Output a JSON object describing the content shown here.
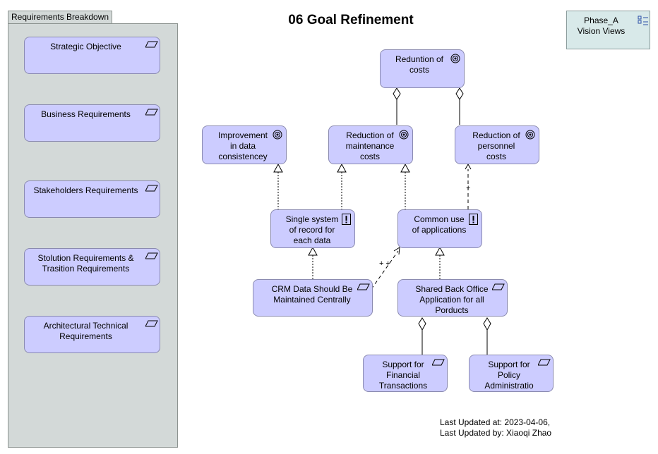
{
  "title": "06 Goal Refinement",
  "group": {
    "label": "Requirements Breakdown",
    "items": [
      "Strategic Objective",
      "Business Requirements",
      "Stakeholders Requirements",
      "Stolution Requirements & Trasition Requirements",
      "Architectural Technical Requirements"
    ]
  },
  "phase": {
    "line1": "Phase_A",
    "line2": "Vision Views"
  },
  "goals": {
    "reduction_costs": "Reduntion of costs",
    "improvement": "Improvement in data consistencey",
    "maintenance": "Reduction of maintenance costs",
    "personnel": "Reduction of personnel costs"
  },
  "principles": {
    "single_system": "Single system of record for each data",
    "common_use": "Common use of applications"
  },
  "requirements": {
    "crm": "CRM Data Should Be Maintained Centrally",
    "shared_back_office": "Shared Back Office Application for all Porducts",
    "financial": "Support for Financial Transactions",
    "policy": "Support for Policy Administratio"
  },
  "edge_labels": {
    "crm_to_common": "+ +",
    "common_to_personnel": "+"
  },
  "footer": {
    "updated_at": "Last Updated at: 2023-04-06,",
    "updated_by": "Last Updated by: Xiaoqi Zhao"
  },
  "colors": {
    "element_fill": "#ccccff",
    "group_fill": "#d3d9d8",
    "phase_fill": "#d8e9e9"
  }
}
